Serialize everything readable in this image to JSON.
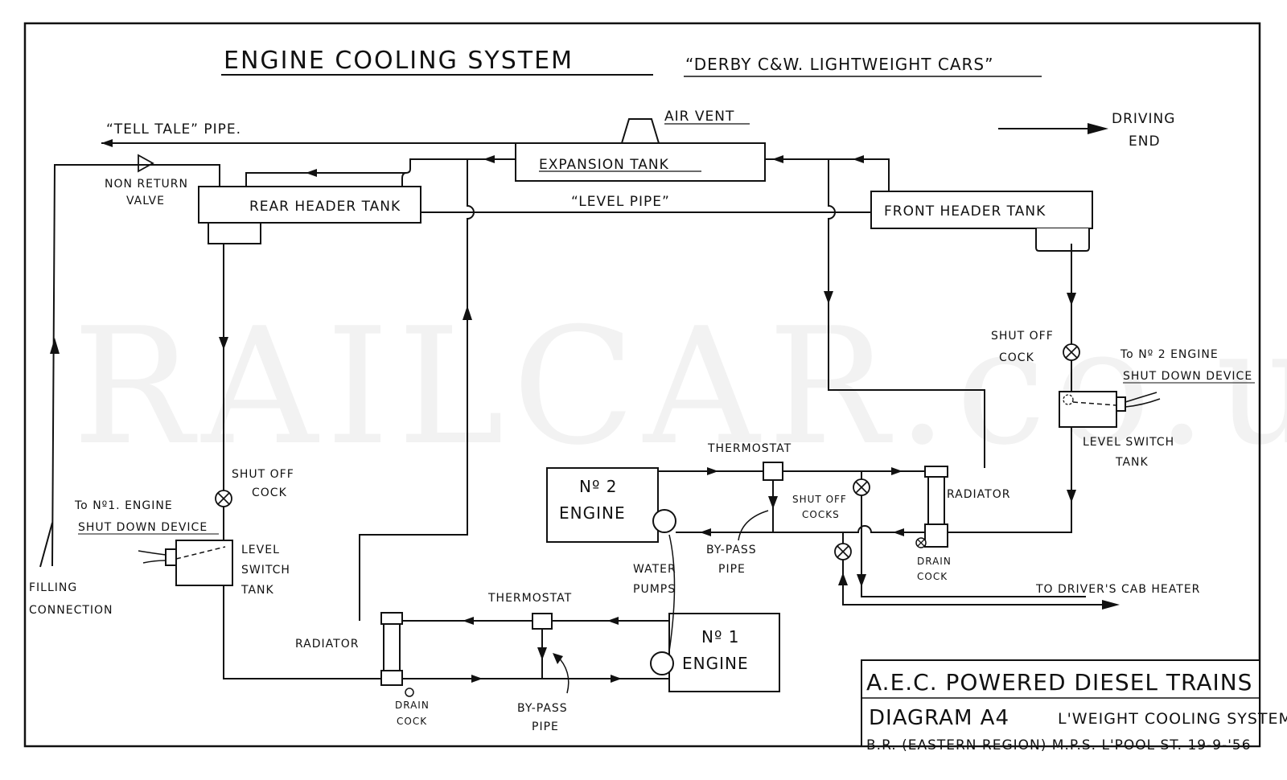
{
  "title": "ENGINE COOLING SYSTEM",
  "subtitle": "“DERBY C&W. LIGHTWEIGHT CARS”",
  "watermark": "RAILCAR.co.uk",
  "labels": {
    "tell_tale_pipe": "“TELL TALE” PIPE.",
    "air_vent": "AIR VENT",
    "driving": "DRIVING",
    "end": "END",
    "non_return": "NON RETURN",
    "valve": "VALVE",
    "expansion_tank": "EXPANSION TANK",
    "rear_header_tank": "REAR HEADER TANK",
    "level_pipe": "“LEVEL PIPE”",
    "front_header_tank": "FRONT HEADER TANK",
    "shut_off_r1": "SHUT OFF",
    "cock_r": "COCK",
    "to_no2_1": "To Nº 2 ENGINE",
    "to_no2_2": "SHUT DOWN DEVICE",
    "level_switch_r1": "LEVEL SWITCH",
    "tank_r": "TANK",
    "thermostat_2": "THERMOSTAT",
    "no2_1": "Nº 2",
    "engine_2": "ENGINE",
    "shut_off_cocks_1": "SHUT OFF",
    "shut_off_cocks_2": "COCKS",
    "radiator_2": "RADIATOR",
    "by_pass_1": "BY-PASS",
    "pipe_1": "PIPE",
    "drain_1": "DRAIN",
    "cock_d1": "COCK",
    "water": "WATER",
    "pumps": "PUMPS",
    "to_cab_heater": "TO DRIVER'S CAB HEATER",
    "shut_off_l1": "SHUT OFF",
    "cock_l": "COCK",
    "to_no1_1": "To Nº1. ENGINE",
    "to_no1_2": "SHUT DOWN DEVICE",
    "level_l": "LEVEL",
    "switch_l": "SWITCH",
    "tank_l": "TANK",
    "filling": "FILLING",
    "connection": "CONNECTION",
    "thermostat_1": "THERMOSTAT",
    "radiator_1": "RADIATOR",
    "no1_1": "Nº 1",
    "engine_1": "ENGINE",
    "drain_2": "DRAIN",
    "cock_d2": "COCK",
    "by_pass_2": "BY-PASS",
    "pipe_2": "PIPE"
  },
  "title_block": {
    "line1": "A.E.C. POWERED DIESEL TRAINS",
    "line2a": "DIAGRAM A4",
    "line2b": "L'WEIGHT COOLING SYSTEM",
    "line3": "B.R. (EASTERN REGION)   M.P.S.  L'POOL ST.  19-9-'56"
  }
}
